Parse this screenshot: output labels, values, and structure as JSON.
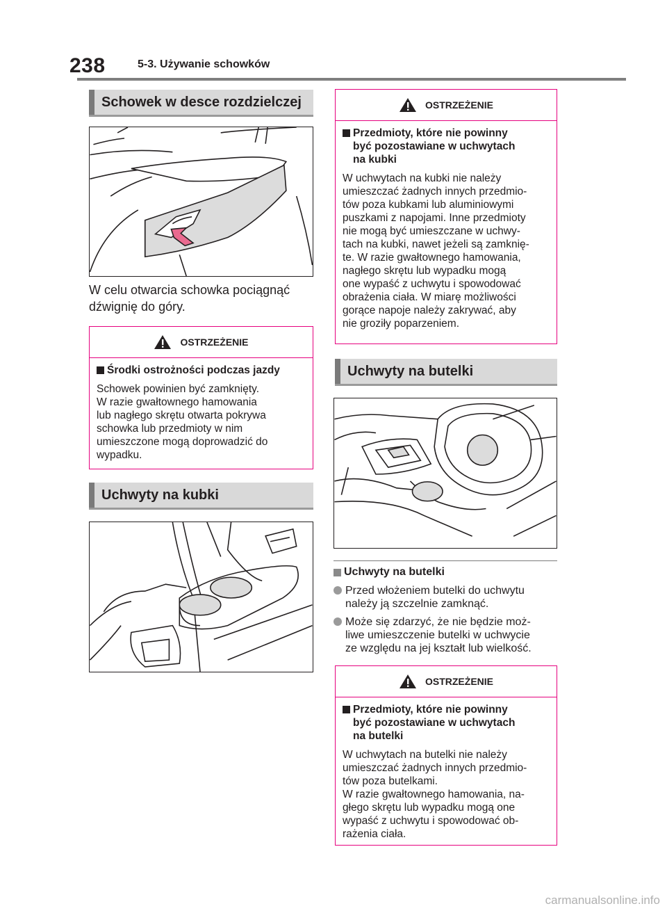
{
  "header": {
    "page_number": "238",
    "section_title": "5-3. Używanie schowków"
  },
  "glovebox": {
    "heading": "Schowek w desce rozdzielczej",
    "caption": "W celu otwarcia schowka pociągnąć\ndźwignię do góry."
  },
  "warning_glovebox": {
    "title": "OSTRZEŻENIE",
    "subtitle": "Środki ostrożności podczas jazdy",
    "text": "Schowek powinien być zamknięty.\nW razie gwałtownego hamowania\nlub nagłego skrętu otwarta pokrywa\nschowka lub przedmioty w nim\numieszczone mogą doprowadzić do\nwypadku."
  },
  "cupholders": {
    "heading": "Uchwyty na kubki"
  },
  "warning_cups": {
    "title": "OSTRZEŻENIE",
    "subtitle": "Przedmioty, które nie powinny\nbyć pozostawiane w uchwytach\nna kubki",
    "text": "W uchwytach na kubki nie należy\numieszczać żadnych innych przedmio-\ntów poza kubkami lub aluminiowymi\npuszkami z napojami. Inne przedmioty\nnie mogą być umieszczane w uchwy-\ntach na kubki, nawet jeżeli są zamknię-\nte. W razie gwałtownego hamowania,\nnagłego skrętu lub wypadku mogą\none wypaść z uchwytu i spowodować\nobrażenia ciała. W miarę możliwości\ngorące napoje należy zakrywać, aby\nnie groziły poparzeniem."
  },
  "bottleholders": {
    "heading": "Uchwyty na butelki",
    "note_title": "Uchwyty na butelki",
    "bullets": [
      "Przed włożeniem butelki do uchwytu\nnależy ją szczelnie zamknąć.",
      "Może się zdarzyć, że nie będzie moż-\nliwe umieszczenie butelki w uchwycie\nze względu na jej kształt lub wielkość."
    ]
  },
  "warning_bottles": {
    "title": "OSTRZEŻENIE",
    "subtitle": "Przedmioty, które nie powinny\nbyć pozostawiane w uchwytach\nna butelki",
    "text": "W uchwytach na butelki nie należy\numieszczać żadnych innych przedmio-\ntów poza butelkami.\nW razie gwałtownego hamowania, na-\ngłego skrętu lub wypadku mogą one\nwypaść z uchwytu i spowodować ob-\nrażenia ciała."
  },
  "footer": {
    "watermark": "carmanualsonline.info"
  },
  "colors": {
    "warning_border": "#e6007e",
    "heading_bg": "#d9d9d9",
    "heading_bar": "#7a7a7a"
  },
  "icons": [
    "warning-triangle-icon",
    "square-bullet-icon",
    "round-bullet-icon"
  ]
}
